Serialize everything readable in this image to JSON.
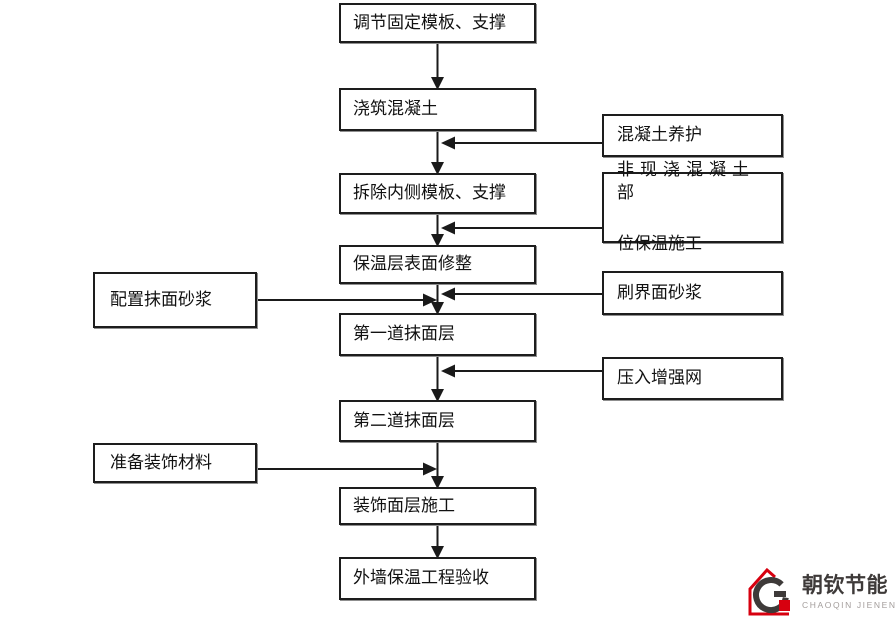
{
  "flowchart": {
    "main_steps": [
      {
        "label": "调节固定模板、支撑"
      },
      {
        "label": "浇筑混凝土"
      },
      {
        "label": "拆除内侧模板、支撑"
      },
      {
        "label": "保温层表面修整"
      },
      {
        "label": "第一道抹面层"
      },
      {
        "label": "第二道抹面层"
      },
      {
        "label": "装饰面层施工"
      },
      {
        "label": "外墙保温工程验收"
      }
    ],
    "left_inputs": [
      {
        "label": "配置抹面砂浆"
      },
      {
        "label": "准备装饰材料"
      }
    ],
    "right_inputs": [
      {
        "label": "混凝土养护"
      },
      {
        "label": "非现浇混凝土部位保温施工",
        "line1": "非现浇混凝土部",
        "line2": "位保温施工"
      },
      {
        "label": "刷界面砂浆"
      },
      {
        "label": "压入增强网"
      }
    ]
  },
  "logo": {
    "name": "朝钦节能",
    "subtitle": "CHAOQIN JIENENG",
    "colors": {
      "red": "#d7000f",
      "dark": "#3e3a39",
      "gray": "#a39d9b"
    }
  }
}
